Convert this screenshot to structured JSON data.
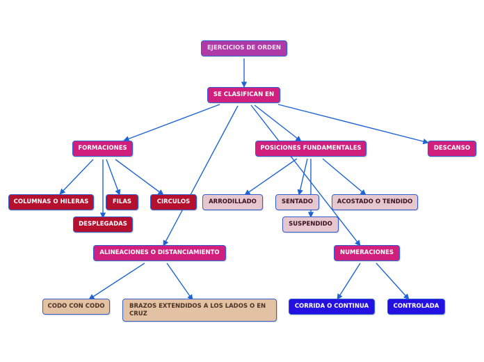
{
  "nodes": {
    "ejercicios": "EJERCICIOS DE ORDEN",
    "clasifican": "SE CLASIFICAN EN",
    "formaciones": "FORMACIONES",
    "posiciones": "POSICIONES FUNDAMENTALES",
    "descanso": "DESCANSO",
    "columnas": "COLUMNAS O HILERAS",
    "filas": "FILAS",
    "circulos": "CIRCULOS",
    "desplegadas": "DESPLEGADAS",
    "arrodillado": "ARRODILLADO",
    "sentado": "SENTADO",
    "acostado": "ACOSTADO O TENDIDO",
    "suspendido": "SUSPENDIDO",
    "alineaciones": "ALINEACIONES O DISTANCIAMIENTO",
    "numeraciones": "NUMERACIONES",
    "codo": "CODO CON CODO",
    "brazos": "BRAZOS EXTENDIDOS A LOS LADOS O EN CRUZ",
    "corrida": "CORRIDA O CONTINUA",
    "controlada": "CONTROLADA"
  },
  "colors": {
    "connector": "#1e63d6",
    "root": "#b03aa5",
    "level1": "#d11f7e",
    "formation_items": "#b5102e",
    "position_items": "#e6c7cf",
    "alignment_items": "#e3c1a3",
    "numbering_items": "#2410e0"
  }
}
